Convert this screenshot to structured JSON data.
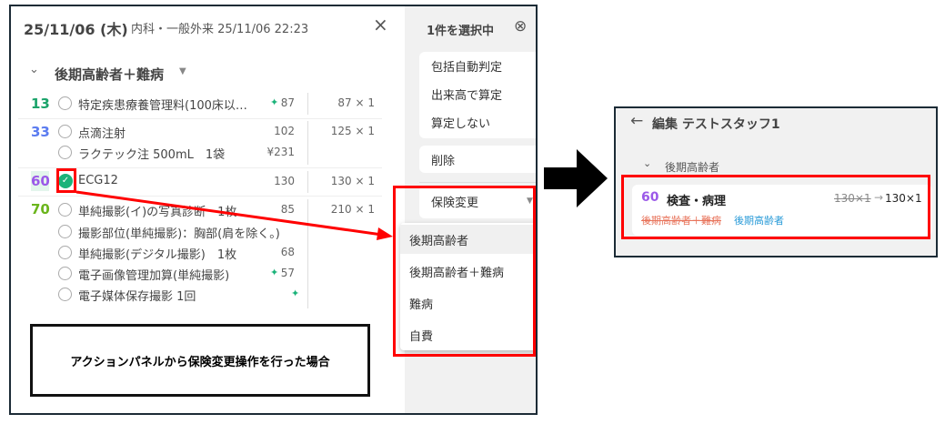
{
  "left_panel": {
    "date": "25/11/06 (木)",
    "visit": "内科・一般外来 25/11/06 22:23",
    "close_icon": "×",
    "group": "後期高齢者＋難病",
    "rows": [
      {
        "code": "13",
        "color": "#1aa36a",
        "items": [
          {
            "name": "特定疾患療養管理料(100床以…",
            "ai": true,
            "points": "87"
          }
        ],
        "qty": "87 × 1"
      },
      {
        "code": "33",
        "color": "#5b7cf0",
        "items": [
          {
            "name": "点滴注射",
            "points": "102"
          },
          {
            "name": "ラクテック注 500mL　1袋",
            "points": "¥231"
          }
        ],
        "qty": "125 × 1"
      },
      {
        "code": "60",
        "color": "#9b59e8",
        "items": [
          {
            "name": "ECG12",
            "points": "130",
            "checked": true
          }
        ],
        "qty": "130 × 1"
      },
      {
        "code": "70",
        "color": "#6bb51d",
        "items": [
          {
            "name": "単純撮影(イ)の写真診断　1枚",
            "points": "85"
          },
          {
            "name": "撮影部位(単純撮影)：胸部(肩を除く。)",
            "points": ""
          },
          {
            "name": "単純撮影(デジタル撮影)　1枚",
            "points": "68"
          },
          {
            "name": "電子画像管理加算(単純撮影)",
            "ai": true,
            "points": "57"
          },
          {
            "name": "電子媒体保存撮影 1回",
            "ai": true,
            "points": ""
          }
        ],
        "qty": "210 × 1"
      }
    ]
  },
  "action_panel": {
    "selected": "1件を選択中",
    "actions": [
      "包括自動判定",
      "出来高で算定",
      "算定しない"
    ],
    "delete": "削除",
    "insurance_change": "保険変更",
    "dropdown": [
      "後期高齢者",
      "後期高齢者＋難病",
      "難病",
      "自費"
    ]
  },
  "callout": "アクションパネルから保険変更操作を行った場合",
  "right_panel": {
    "title": "編集 テストスタッフ1",
    "group": "後期高齢者",
    "code": "60",
    "category": "検査・病理",
    "old_qty": "130×1",
    "new_qty": "130×1",
    "old_insurance": "後期高齢者＋難病",
    "new_insurance": "後期高齢者"
  }
}
